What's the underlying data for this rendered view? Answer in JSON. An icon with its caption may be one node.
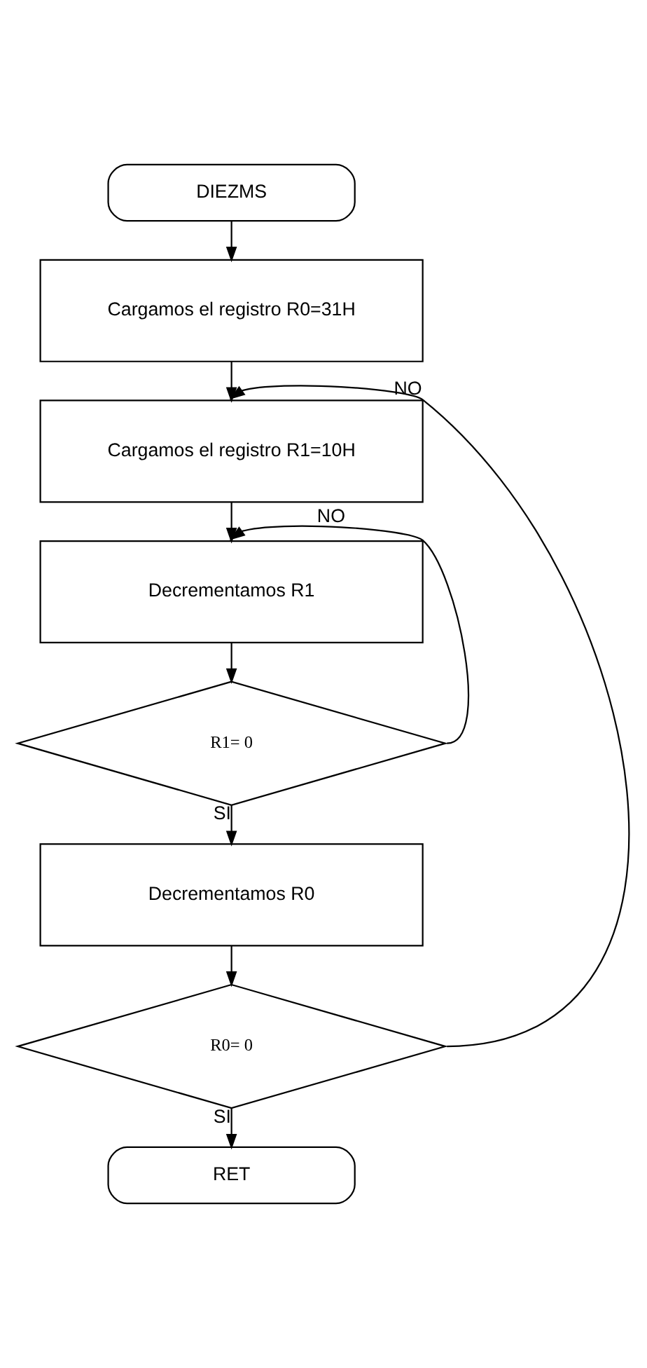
{
  "diagram": {
    "nodes": [
      {
        "text": [
          "DIEZMS"
        ]
      },
      {
        "text": [
          "Cargamos el registro R0=31H"
        ]
      },
      {
        "text": [
          "Cargamos el registro R1=10H"
        ]
      },
      {
        "text": [
          "Decrementamos R1"
        ]
      },
      {
        "text": [
          "R1= 0"
        ]
      },
      {
        "text": [
          "Decrementamos R0"
        ]
      },
      {
        "text": [
          "R0= 0"
        ]
      },
      {
        "text": [
          "RET"
        ]
      }
    ],
    "edges": [
      {
        "from": 0,
        "to": 1,
        "arrow": "to"
      },
      {
        "from": 1,
        "to": 2,
        "arrow": "to"
      },
      {
        "from": 2,
        "to": 3,
        "arrow": "to"
      },
      {
        "from": 3,
        "to": 4,
        "arrow": "to"
      },
      {
        "from": 4,
        "to": 3,
        "arrow": "to",
        "label": "NO"
      },
      {
        "from": 4,
        "to": 5,
        "arrow": "to",
        "label": "SI"
      },
      {
        "from": 5,
        "to": 6,
        "arrow": "to"
      },
      {
        "from": 6,
        "to": 2,
        "arrow": "to",
        "label": "NO"
      },
      {
        "from": 6,
        "to": 7,
        "arrow": "to",
        "label": "SI"
      }
    ]
  }
}
